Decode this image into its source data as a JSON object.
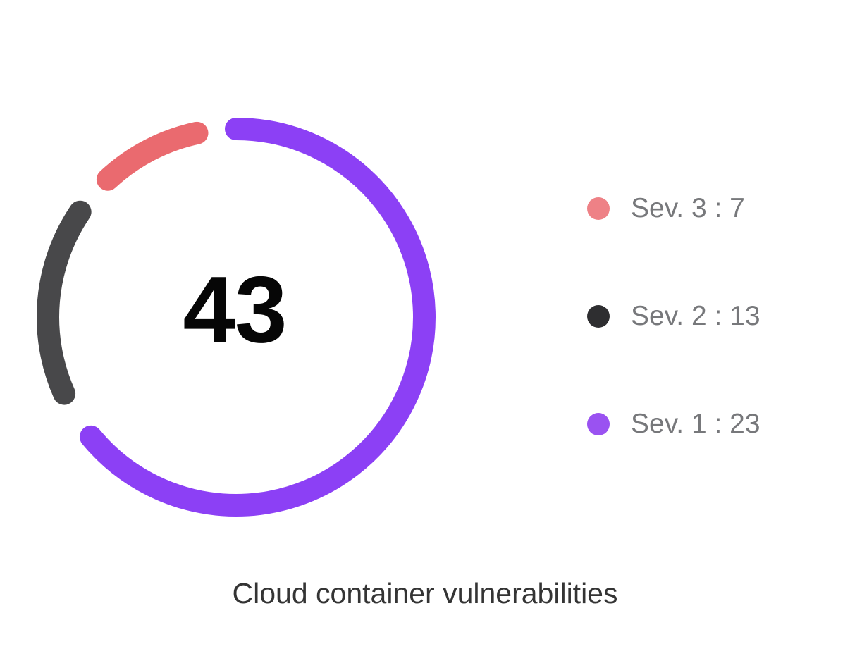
{
  "chart_data": {
    "type": "pie",
    "style": "donut",
    "title": "Cloud container vulnerabilities",
    "total": 43,
    "center_label": "43",
    "legend_position": "right",
    "background_color": "#ffffff",
    "donut": {
      "center_x": 335,
      "center_y": 450,
      "radius": 267,
      "stroke_width": 32,
      "linecap": "round"
    },
    "series": [
      {
        "name": "Sev. 3",
        "value": 7,
        "label": "Sev. 3 : 7",
        "arc_color": "#ea6a6f",
        "dot_color": "#ee8186",
        "arc_start_deg": 317,
        "arc_end_deg": 348
      },
      {
        "name": "Sev. 2",
        "value": 13,
        "label": "Sev. 2 : 13",
        "arc_color": "#48484a",
        "dot_color": "#2e2e30",
        "arc_start_deg": 246,
        "arc_end_deg": 304
      },
      {
        "name": "Sev. 1",
        "value": 23,
        "label": "Sev. 1 : 23",
        "arc_color": "#8c40f5",
        "dot_color": "#9a52f1",
        "arc_start_deg": 0,
        "arc_end_deg": 230.5
      }
    ],
    "text_colors": {
      "legend": "#77787b",
      "title": "#343434",
      "total": "#060606"
    }
  }
}
